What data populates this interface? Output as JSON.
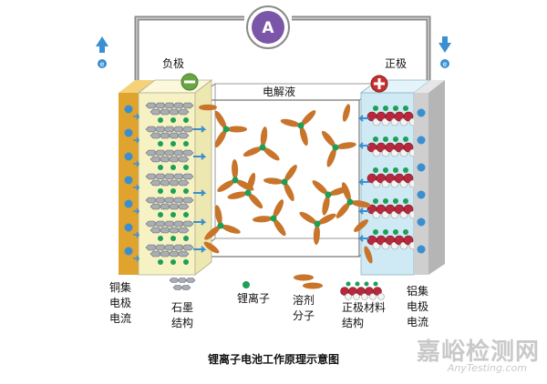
{
  "title": "锂离子电池工作原理示意图",
  "ammeter": {
    "symbol": "A"
  },
  "electron": {
    "symbol": "e"
  },
  "labels": {
    "negative_electrode": "负极",
    "positive_electrode": "正极",
    "electrolyte": "电解液",
    "negative_sign": "−",
    "positive_sign": "+",
    "copper_collector": "铜集电极电流",
    "graphite_structure_l1": "石墨",
    "graphite_structure_l2": "结构",
    "lithium_ion": "锂离子",
    "solvent_molecule_l1": "溶剂",
    "solvent_molecule_l2": "分子",
    "cathode_structure": "正极材料结构",
    "aluminum_collector": "铝集电极电流"
  },
  "watermark": {
    "cn": "嘉峪检测网",
    "en": "AnyTesting.com"
  },
  "colors": {
    "wire": "#8a8a8a",
    "ammeter_fill": "#7b55a8",
    "copper": "#e0a32e",
    "anode_fill": "#f7f2c4",
    "cathode_fill": "#cfeaf4",
    "aluminum": "#cfcfcf",
    "graphite": "#a9adb4",
    "lithium": "#1d9f55",
    "solvent": "#c8742a",
    "cathode_red": "#b8283c",
    "arrow_blue": "#3a8fd0",
    "sign_green": "#6aa544",
    "sign_red": "#c23030"
  }
}
